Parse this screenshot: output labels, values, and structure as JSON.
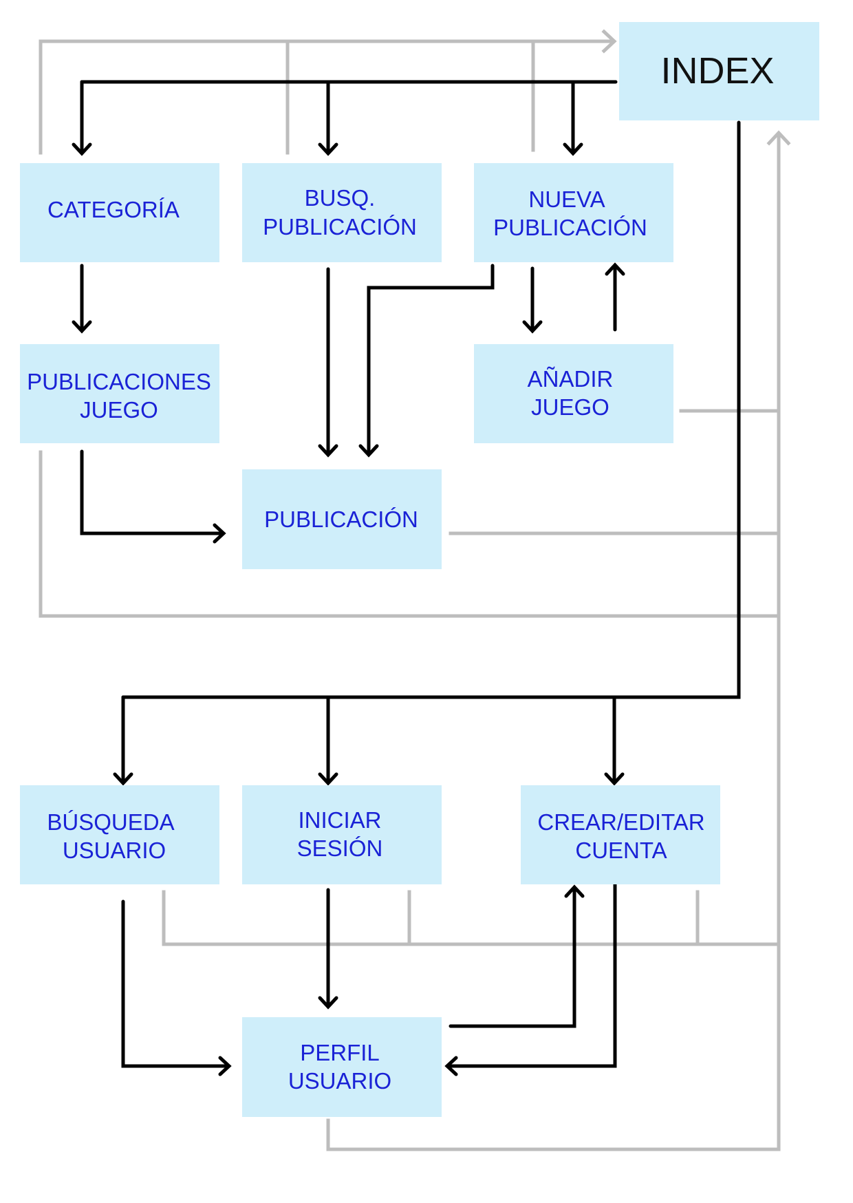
{
  "colors": {
    "node_fill": "#cfeefa",
    "node_text": "#1a22d6",
    "index_text": "#111111",
    "return_link": "#bdbdbd",
    "navigation_link": "#000000"
  },
  "nodes": {
    "index": {
      "lines": [
        "INDEX"
      ]
    },
    "categoria": {
      "lines": [
        "CATEGORÍA"
      ]
    },
    "busq_publicacion": {
      "lines": [
        "BUSQ.",
        "PUBLICACIÓN"
      ]
    },
    "nueva_publicacion": {
      "lines": [
        "NUEVA",
        "PUBLICACIÓN"
      ]
    },
    "publicaciones_juego": {
      "lines": [
        "PUBLICACIONES",
        "JUEGO"
      ]
    },
    "anadir_juego": {
      "lines": [
        "AÑADIR",
        "JUEGO"
      ]
    },
    "publicacion": {
      "lines": [
        "PUBLICACIÓN"
      ]
    },
    "busqueda_usuario": {
      "lines": [
        "BÚSQUEDA",
        "USUARIO"
      ]
    },
    "iniciar_sesion": {
      "lines": [
        "INICIAR",
        "SESIÓN"
      ]
    },
    "crear_editar_cuenta": {
      "lines": [
        "CREAR/EDITAR",
        "CUENTA"
      ]
    },
    "perfil_usuario": {
      "lines": [
        "PERFIL",
        "USUARIO"
      ]
    }
  }
}
